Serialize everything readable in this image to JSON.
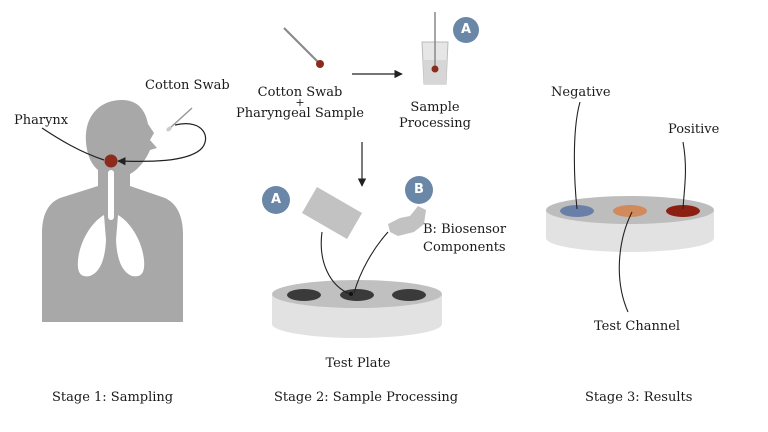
{
  "labels": {
    "pharynx": "Pharynx",
    "cotton_swab": "Cotton Swab",
    "swab_plus_sample_line1": "Cotton Swab",
    "swab_plus_sample_plus": "+",
    "swab_plus_sample_line2": "Pharyngeal Sample",
    "sample_processing_line1": "Sample",
    "sample_processing_line2": "Processing",
    "badge_a": "A",
    "badge_b": "B",
    "biosensor_line1": "B: Biosensor",
    "biosensor_line2": "Components",
    "test_plate": "Test Plate",
    "negative": "Negative",
    "positive": "Positive",
    "test_channel": "Test Channel"
  },
  "stages": {
    "stage1": "Stage 1: Sampling",
    "stage2": "Stage 2: Sample Processing",
    "stage3": "Stage 3: Results"
  },
  "colors": {
    "silhouette": "#a8a8a8",
    "badge": "#6b87a8",
    "sample_red": "#8c2a1c",
    "well_dark": "#3a3a3a",
    "negative_well": "#6a7fa8",
    "orange_well": "#d08a5c",
    "positive_well": "#8c1f12"
  }
}
